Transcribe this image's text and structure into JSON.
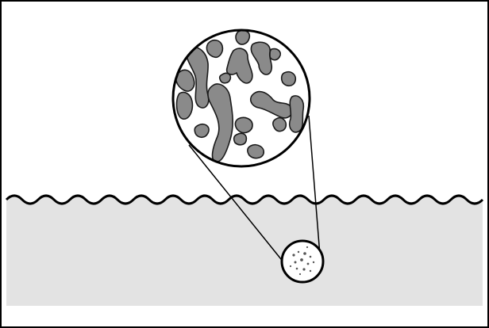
{
  "figure": {
    "kind": "magnified-view-illustration",
    "icons": {
      "water": "water-surface",
      "sample": "water-droplet-sample",
      "magnifier": "magnified-view"
    },
    "colors": {
      "frame": "#000000",
      "background": "#ffffff",
      "water": "#e3e3e3",
      "organisms": "#8a8a8a",
      "outline": "#1a1a1a"
    }
  }
}
